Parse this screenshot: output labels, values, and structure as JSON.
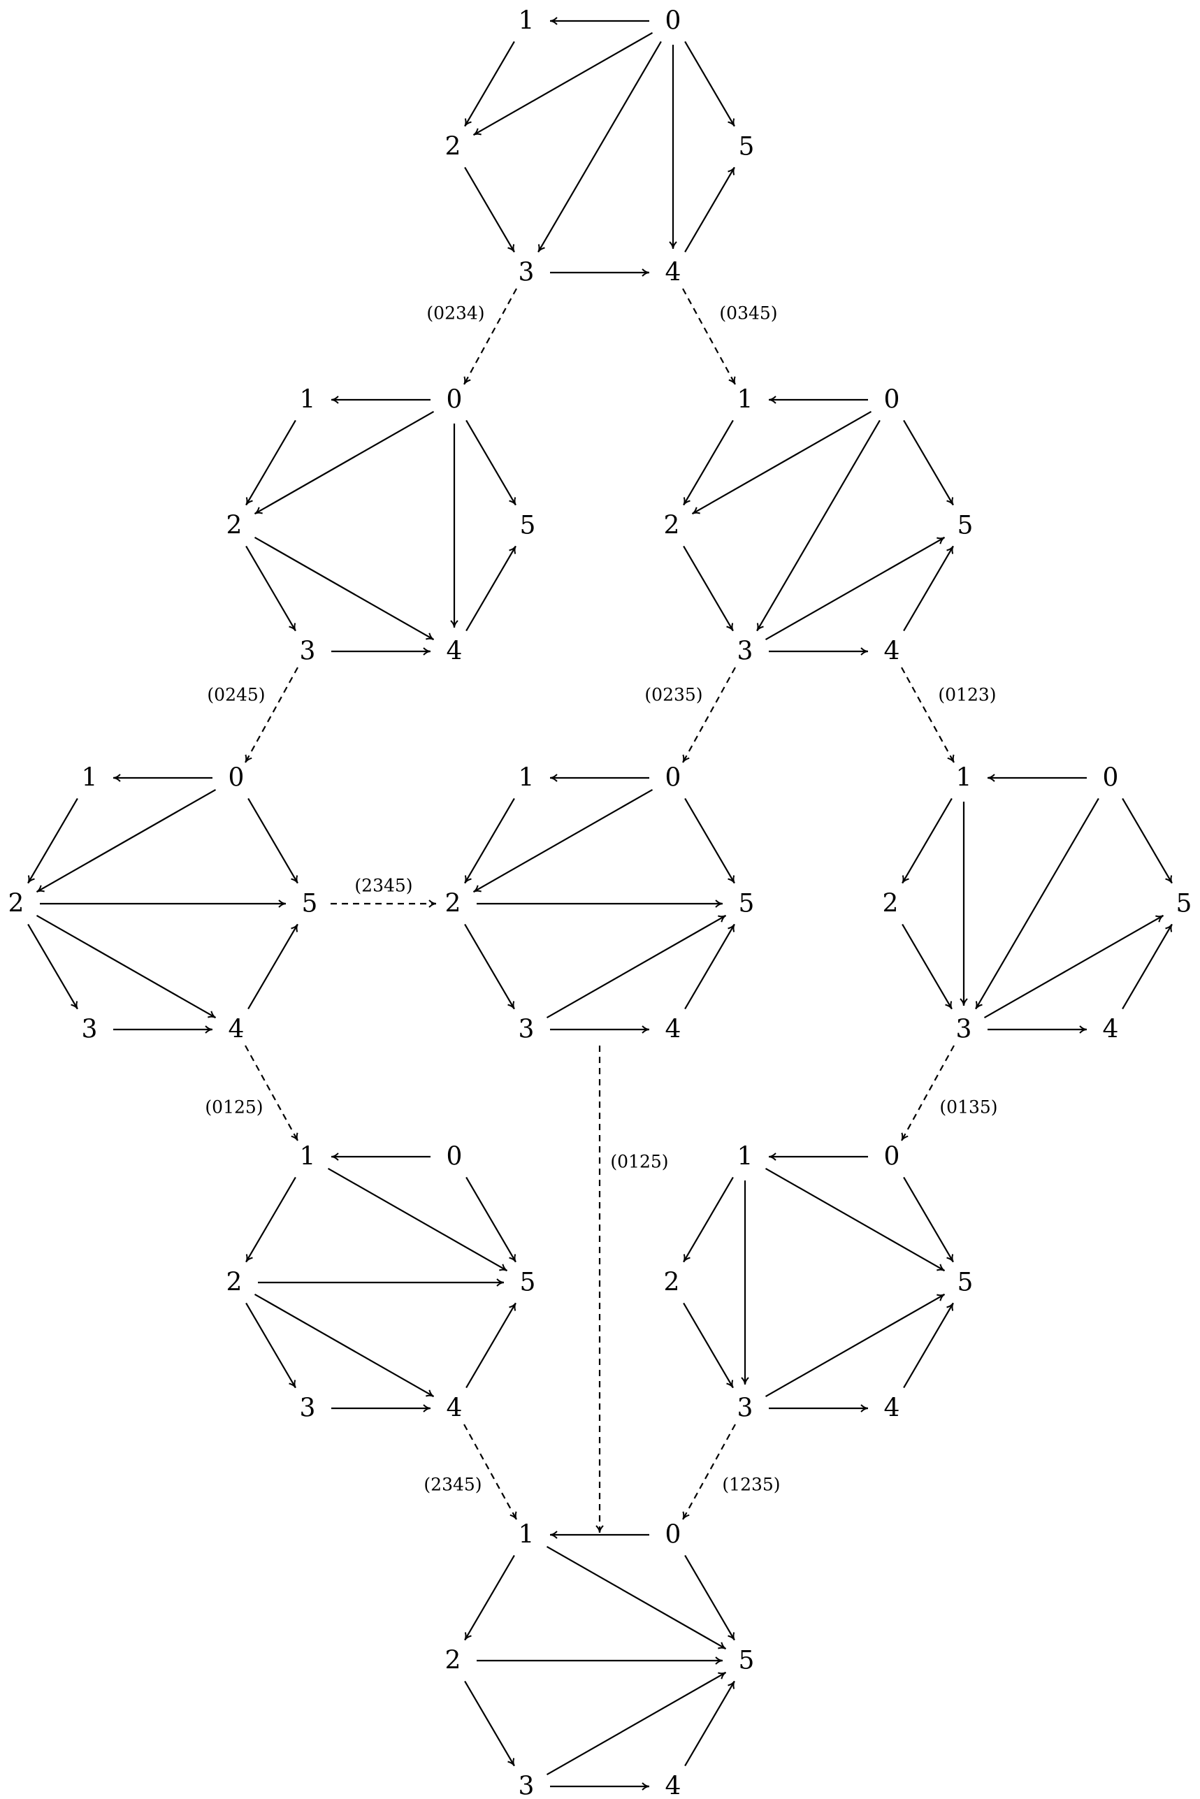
{
  "diagram": {
    "node_labels": [
      "0",
      "1",
      "2",
      "3",
      "4",
      "5"
    ],
    "colors": {
      "stroke": "#000000",
      "background": "#ffffff"
    },
    "quivers": [
      {
        "id": "q1",
        "edges": [
          [
            0,
            1
          ],
          [
            0,
            2
          ],
          [
            0,
            3
          ],
          [
            0,
            4
          ],
          [
            0,
            5
          ],
          [
            1,
            2
          ],
          [
            2,
            3
          ],
          [
            3,
            4
          ],
          [
            4,
            5
          ]
        ]
      },
      {
        "id": "q2",
        "edges": [
          [
            0,
            1
          ],
          [
            0,
            2
          ],
          [
            0,
            4
          ],
          [
            0,
            5
          ],
          [
            1,
            2
          ],
          [
            2,
            3
          ],
          [
            2,
            4
          ],
          [
            3,
            4
          ],
          [
            4,
            5
          ]
        ]
      },
      {
        "id": "q3",
        "edges": [
          [
            0,
            1
          ],
          [
            0,
            2
          ],
          [
            0,
            3
          ],
          [
            0,
            5
          ],
          [
            1,
            2
          ],
          [
            2,
            3
          ],
          [
            3,
            4
          ],
          [
            3,
            5
          ],
          [
            4,
            5
          ]
        ]
      },
      {
        "id": "q4",
        "edges": [
          [
            0,
            1
          ],
          [
            0,
            2
          ],
          [
            0,
            5
          ],
          [
            1,
            2
          ],
          [
            2,
            3
          ],
          [
            2,
            4
          ],
          [
            2,
            5
          ],
          [
            3,
            4
          ],
          [
            4,
            5
          ]
        ]
      },
      {
        "id": "q5",
        "edges": [
          [
            0,
            1
          ],
          [
            0,
            2
          ],
          [
            0,
            5
          ],
          [
            1,
            2
          ],
          [
            2,
            3
          ],
          [
            2,
            5
          ],
          [
            3,
            4
          ],
          [
            3,
            5
          ],
          [
            4,
            5
          ]
        ]
      },
      {
        "id": "q6",
        "edges": [
          [
            0,
            1
          ],
          [
            0,
            3
          ],
          [
            0,
            5
          ],
          [
            1,
            2
          ],
          [
            1,
            3
          ],
          [
            2,
            3
          ],
          [
            3,
            4
          ],
          [
            3,
            5
          ],
          [
            4,
            5
          ]
        ]
      },
      {
        "id": "q7",
        "edges": [
          [
            0,
            1
          ],
          [
            0,
            5
          ],
          [
            1,
            2
          ],
          [
            1,
            5
          ],
          [
            2,
            3
          ],
          [
            2,
            4
          ],
          [
            2,
            5
          ],
          [
            3,
            4
          ],
          [
            4,
            5
          ]
        ]
      },
      {
        "id": "q8",
        "edges": [
          [
            0,
            1
          ],
          [
            0,
            5
          ],
          [
            1,
            2
          ],
          [
            1,
            3
          ],
          [
            1,
            5
          ],
          [
            2,
            3
          ],
          [
            3,
            4
          ],
          [
            3,
            5
          ],
          [
            4,
            5
          ]
        ]
      },
      {
        "id": "q9",
        "edges": [
          [
            0,
            1
          ],
          [
            0,
            5
          ],
          [
            1,
            2
          ],
          [
            1,
            5
          ],
          [
            2,
            3
          ],
          [
            2,
            5
          ],
          [
            3,
            4
          ],
          [
            3,
            5
          ],
          [
            4,
            5
          ]
        ]
      }
    ],
    "moves": [
      {
        "from": "q1",
        "to": "q2",
        "label": "(0234)"
      },
      {
        "from": "q1",
        "to": "q3",
        "label": "(0345)"
      },
      {
        "from": "q2",
        "to": "q4",
        "label": "(0245)"
      },
      {
        "from": "q3",
        "to": "q5",
        "label": "(0235)"
      },
      {
        "from": "q3",
        "to": "q6",
        "label": "(0123)"
      },
      {
        "from": "q4",
        "to": "q5",
        "label": "(2345)"
      },
      {
        "from": "q4",
        "to": "q7",
        "label": "(0125)"
      },
      {
        "from": "q5",
        "to": "q9",
        "label": "(0125)"
      },
      {
        "from": "q6",
        "to": "q8",
        "label": "(0135)"
      },
      {
        "from": "q7",
        "to": "q9",
        "label": "(2345)"
      },
      {
        "from": "q8",
        "to": "q9",
        "label": "(1235)"
      }
    ]
  }
}
